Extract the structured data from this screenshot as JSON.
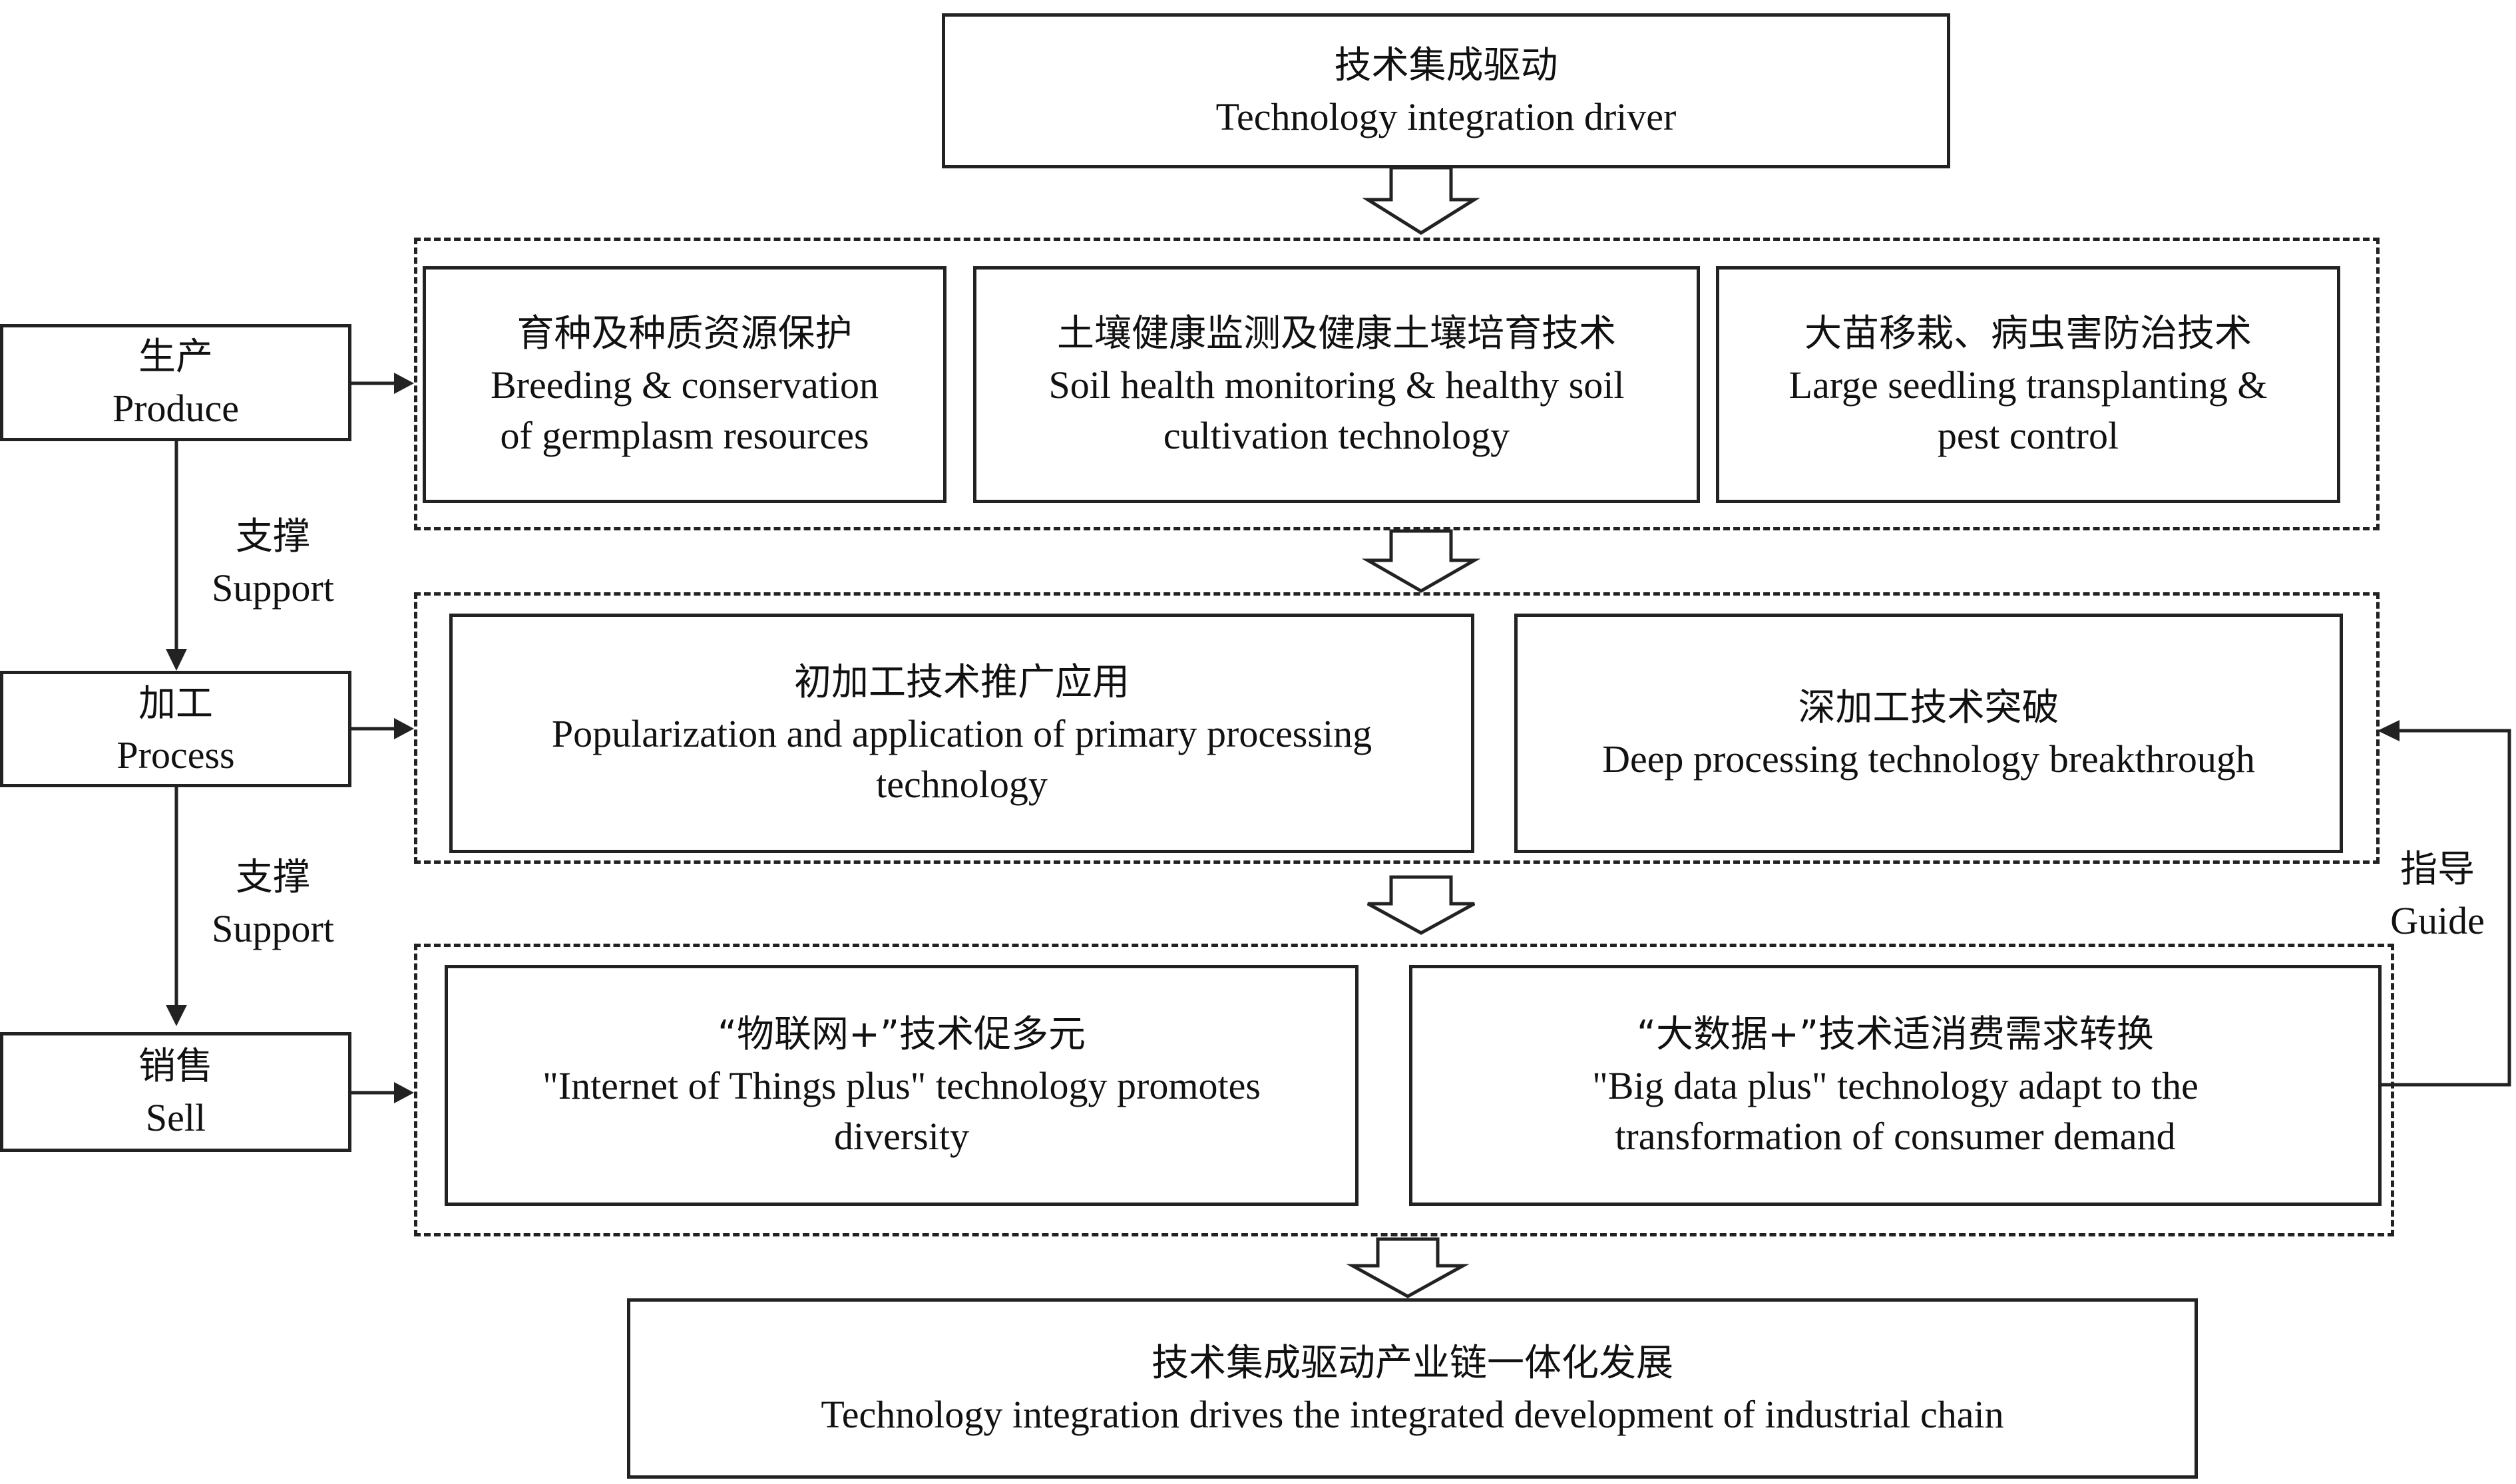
{
  "top": {
    "zh": "技术集成驱动",
    "en": "Technology integration driver"
  },
  "stages": {
    "produce": {
      "zh": "生产",
      "en": "Produce"
    },
    "process": {
      "zh": "加工",
      "en": "Process"
    },
    "sell": {
      "zh": "销售",
      "en": "Sell"
    }
  },
  "support_1": {
    "zh": "支撑",
    "en": "Support"
  },
  "support_2": {
    "zh": "支撑",
    "en": "Support"
  },
  "guide": {
    "zh": "指导",
    "en": "Guide"
  },
  "production": [
    {
      "zh": "育种及种质资源保护",
      "en1": "Breeding & conservation",
      "en2": "of germplasm resources"
    },
    {
      "zh": "土壤健康监测及健康土壤培育技术",
      "en1": "Soil health monitoring & healthy soil",
      "en2": "cultivation technology"
    },
    {
      "zh": "大苗移栽、病虫害防治技术",
      "en1": "Large seedling transplanting &",
      "en2": "pest control"
    }
  ],
  "processing": [
    {
      "zh": "初加工技术推广应用",
      "en1": "Popularization and application of primary processing",
      "en2": "technology"
    },
    {
      "zh": "深加工技术突破",
      "en1": "Deep processing technology breakthrough",
      "en2": ""
    }
  ],
  "sales": [
    {
      "zh": "“物联网+”技术促多元",
      "en1": "\"Internet of Things plus\" technology promotes",
      "en2": "diversity"
    },
    {
      "zh": "“大数据+”技术适消费需求转换",
      "en1": "\"Big data plus\" technology adapt to the",
      "en2": "transformation of consumer demand"
    }
  ],
  "bottom": {
    "zh": "技术集成驱动产业链一体化发展",
    "en": "Technology integration drives the integrated development of industrial chain"
  }
}
